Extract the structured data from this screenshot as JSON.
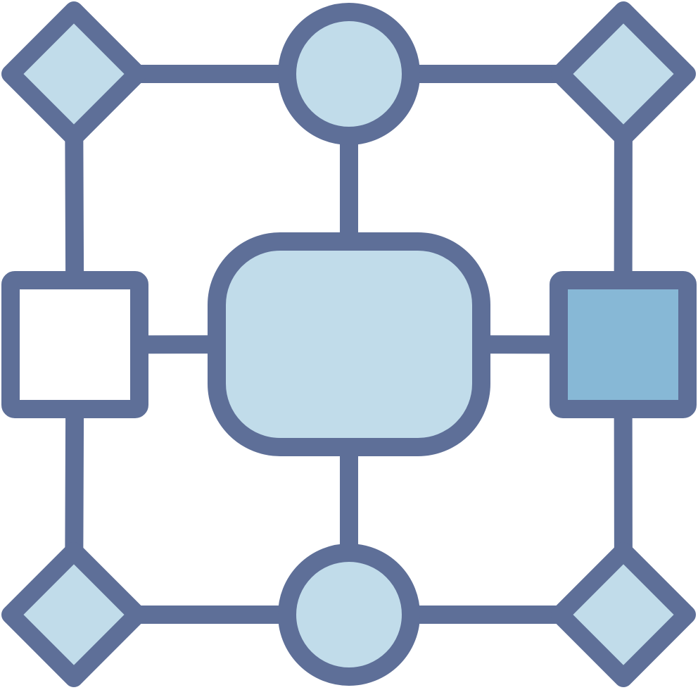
{
  "icon": {
    "name": "network-diagram-icon",
    "colors": {
      "stroke": "#5e6f98",
      "light_fill": "#c1dcea",
      "accent_fill": "#87b8d6",
      "empty_fill": "#ffffff"
    },
    "nodes": [
      {
        "id": "diamond-top-left",
        "shape": "diamond",
        "fill": "light_fill"
      },
      {
        "id": "circle-top",
        "shape": "circle",
        "fill": "light_fill"
      },
      {
        "id": "diamond-top-right",
        "shape": "diamond",
        "fill": "light_fill"
      },
      {
        "id": "square-left",
        "shape": "square",
        "fill": "empty_fill"
      },
      {
        "id": "center-rounded-rect",
        "shape": "rounded-rect",
        "fill": "light_fill"
      },
      {
        "id": "square-right",
        "shape": "square",
        "fill": "accent_fill"
      },
      {
        "id": "diamond-bottom-left",
        "shape": "diamond",
        "fill": "light_fill"
      },
      {
        "id": "circle-bottom",
        "shape": "circle",
        "fill": "light_fill"
      },
      {
        "id": "diamond-bottom-right",
        "shape": "diamond",
        "fill": "light_fill"
      }
    ],
    "edges": [
      {
        "from": "diamond-top-left",
        "to": "circle-top"
      },
      {
        "from": "circle-top",
        "to": "diamond-top-right"
      },
      {
        "from": "diamond-top-left",
        "to": "square-left"
      },
      {
        "from": "diamond-top-right",
        "to": "square-right"
      },
      {
        "from": "circle-top",
        "to": "center-rounded-rect"
      },
      {
        "from": "square-left",
        "to": "center-rounded-rect"
      },
      {
        "from": "center-rounded-rect",
        "to": "square-right"
      },
      {
        "from": "center-rounded-rect",
        "to": "circle-bottom"
      },
      {
        "from": "square-left",
        "to": "diamond-bottom-left"
      },
      {
        "from": "square-right",
        "to": "diamond-bottom-right"
      },
      {
        "from": "diamond-bottom-left",
        "to": "circle-bottom"
      },
      {
        "from": "circle-bottom",
        "to": "diamond-bottom-right"
      }
    ]
  }
}
